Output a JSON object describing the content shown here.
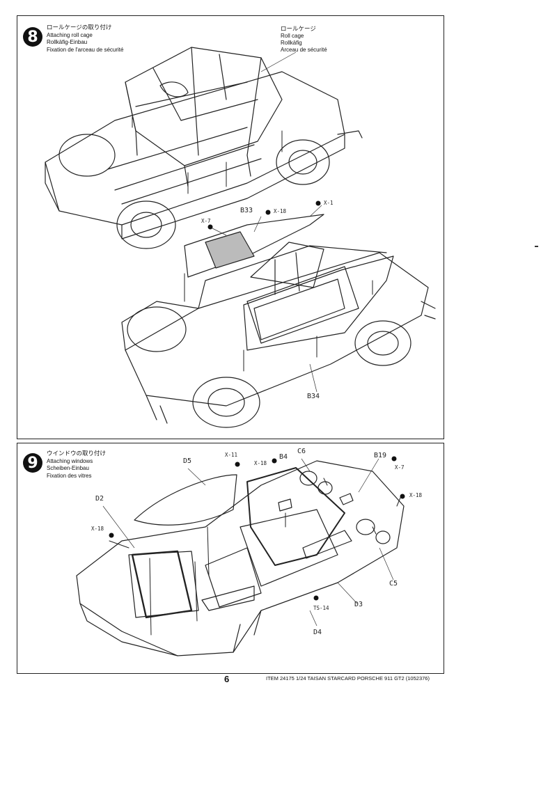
{
  "page_number": "6",
  "item_line": "ITEM 24175  1/24 TAISAN STARCARD PORSCHE 911 GT2 (1052376)",
  "step8": {
    "number": "8",
    "title_jp": "ロールケージの取り付け",
    "title_en": "Attaching roll cage",
    "title_de": "Rollkäfig-Einbau",
    "title_fr": "Fixation de l'arceau de sécurité",
    "callout_jp": "ロールケージ",
    "callout_en": "Roll cage",
    "callout_de": "Rollkäfig",
    "callout_fr": "Arceau de sécurité",
    "parts": {
      "b33": "B33",
      "b34": "B34",
      "x18": "X-18",
      "x1": "X-1",
      "x7": "X-7"
    }
  },
  "step9": {
    "number": "9",
    "title_jp": "ウインドウの取り付け",
    "title_en": "Attaching windows",
    "title_de": "Scheiben-Einbau",
    "title_fr": "Fixation des vitres",
    "parts": {
      "d5": "D5",
      "d2": "D2",
      "d3": "D3",
      "d4": "D4",
      "c6": "C6",
      "c5": "C5",
      "b4": "B4",
      "b19": "B19",
      "x11": "X-11",
      "x18a": "X-18",
      "x18b": "X-18",
      "x18c": "X-18",
      "x7": "X-7",
      "ts14": "TS-14"
    }
  }
}
